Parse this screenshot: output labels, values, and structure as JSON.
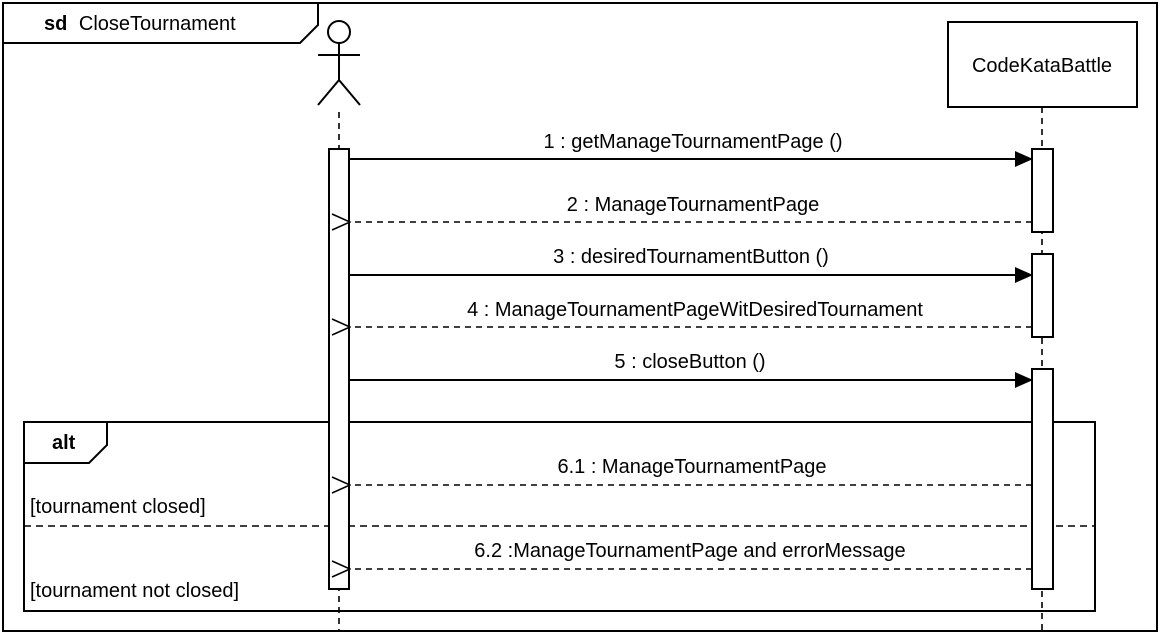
{
  "frame": {
    "keyword": "sd",
    "name": "CloseTournament"
  },
  "participants": {
    "actor": {
      "label": ""
    },
    "system": {
      "label": "CodeKataBattle"
    }
  },
  "messages": [
    {
      "label": "1 : getManageTournamentPage ()",
      "kind": "sync"
    },
    {
      "label": "2 : ManageTournamentPage",
      "kind": "return"
    },
    {
      "label": "3 : desiredTournamentButton ()",
      "kind": "sync"
    },
    {
      "label": "4 : ManageTournamentPageWitDesiredTournament",
      "kind": "return"
    },
    {
      "label": "5 : closeButton ()",
      "kind": "sync"
    },
    {
      "label": "6.1 : ManageTournamentPage",
      "kind": "return"
    },
    {
      "label": "6.2 :ManageTournamentPage and errorMessage",
      "kind": "return"
    }
  ],
  "alt": {
    "keyword": "alt",
    "guards": [
      "[tournament closed]",
      "[tournament not closed]"
    ]
  },
  "colors": {
    "line": "#000000",
    "background": "#ffffff"
  }
}
